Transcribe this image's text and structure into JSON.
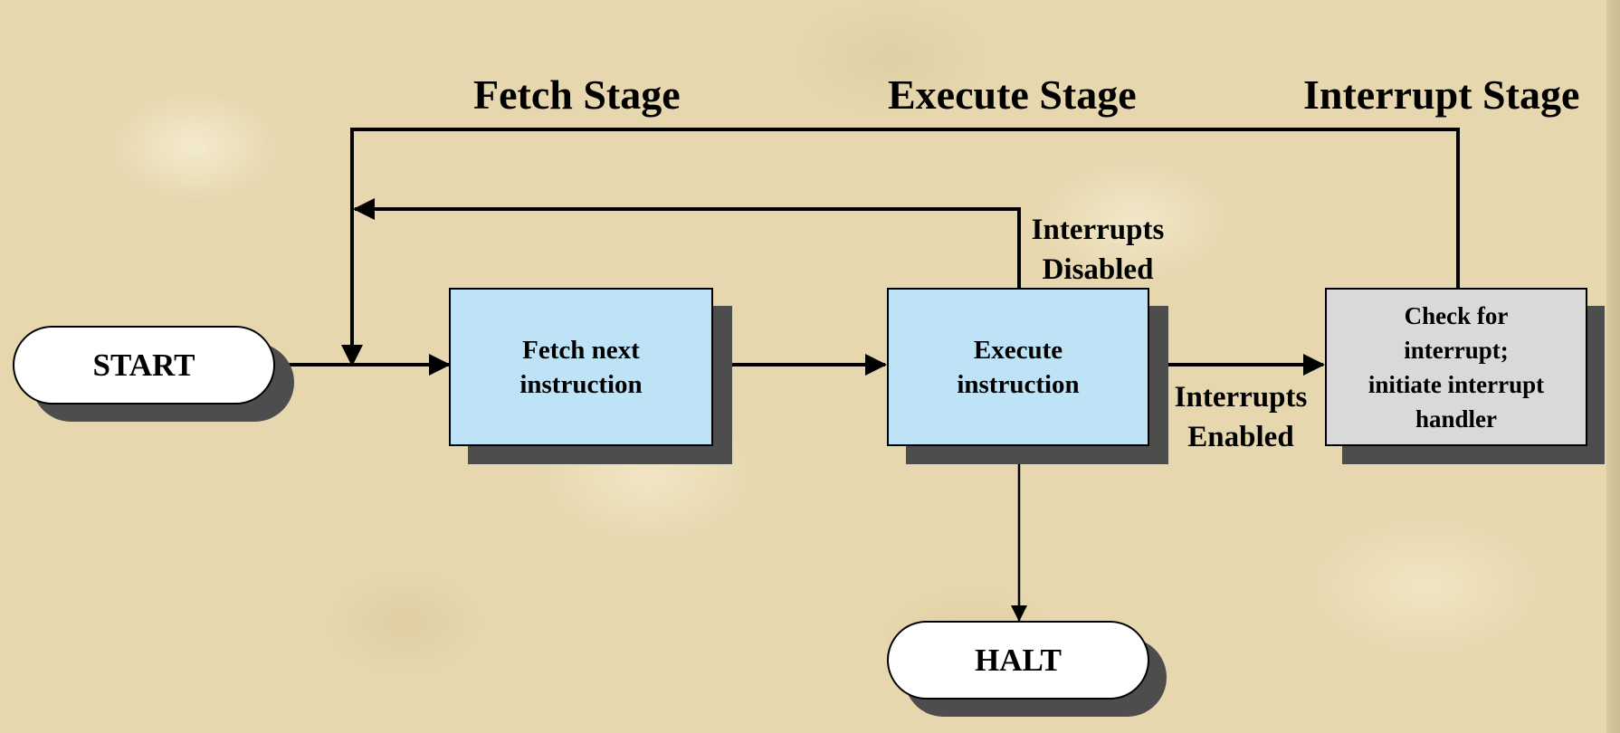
{
  "stages": {
    "fetch": "Fetch Stage",
    "execute": "Execute Stage",
    "interrupt": "Interrupt Stage"
  },
  "nodes": {
    "start": "START",
    "fetch": [
      "Fetch next",
      "instruction"
    ],
    "execute": [
      "Execute",
      "instruction"
    ],
    "check": [
      "Check for",
      "interrupt;",
      "initiate interrupt",
      "handler"
    ],
    "halt": "HALT"
  },
  "edges": {
    "interrupts_disabled": [
      "Interrupts",
      "Disabled"
    ],
    "interrupts_enabled": [
      "Interrupts",
      "Enabled"
    ]
  },
  "colors": {
    "process_fill": "#bee3f7",
    "interrupt_fill": "#d9d9d9",
    "terminal_fill": "#ffffff",
    "shadow": "#4d4d4d",
    "background": "#e6d7ae"
  }
}
